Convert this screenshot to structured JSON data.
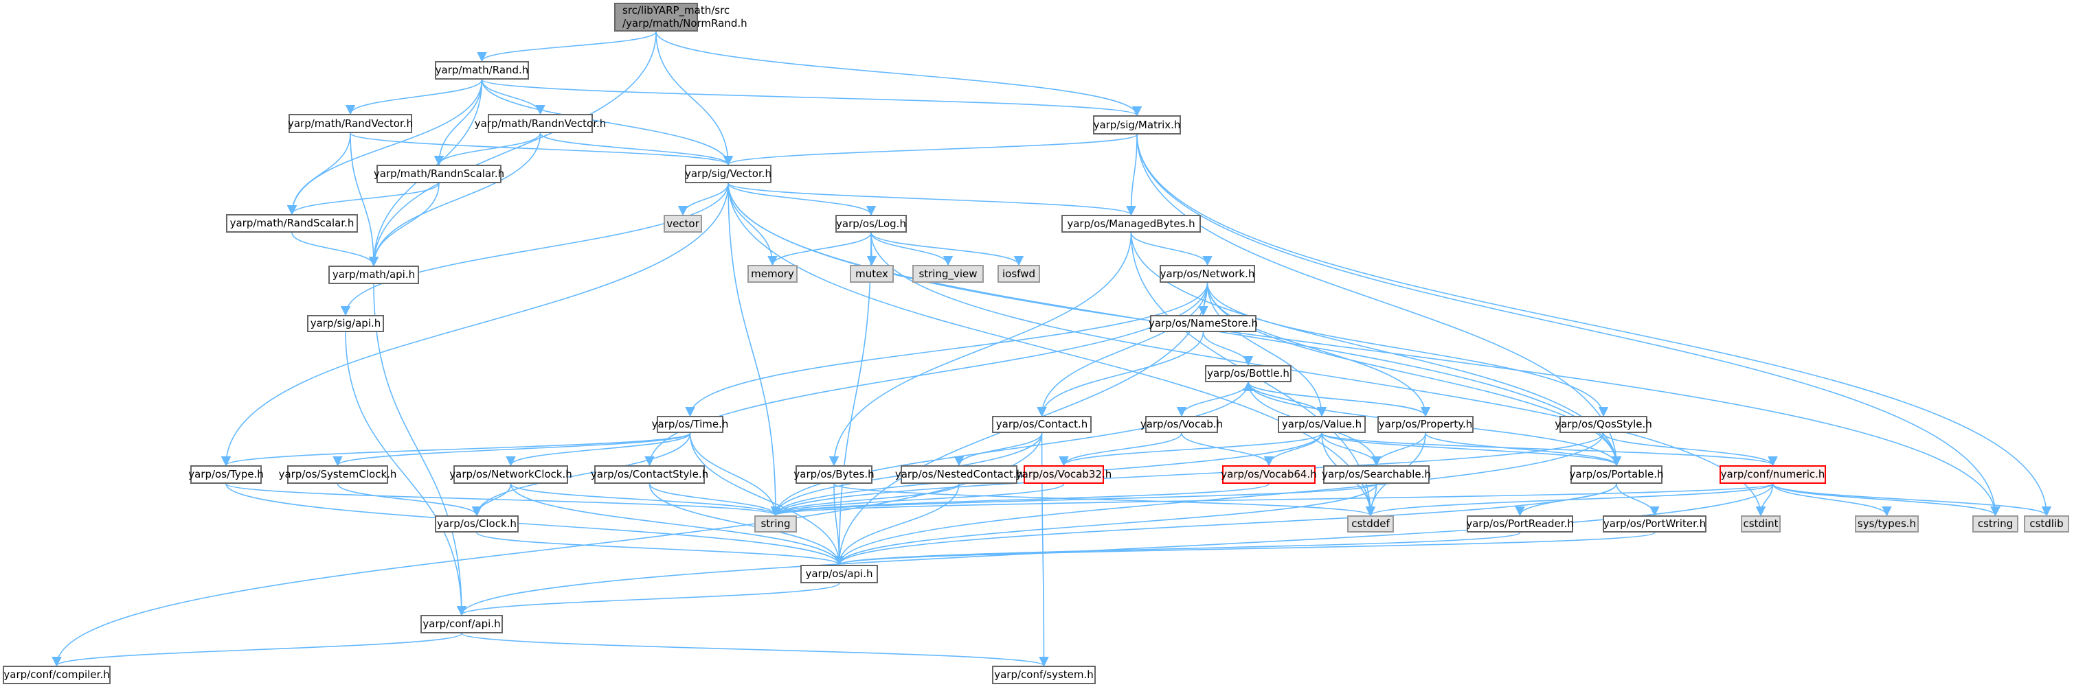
{
  "colors": {
    "edge": "#63b8ff",
    "node_border": "#666666",
    "system_fill": "#e0e0e0",
    "root_fill": "#999999",
    "truncated_border": "#ff0000",
    "truncated_fill": "#fff0f0"
  },
  "nodes": [
    {
      "id": "normrand",
      "label": "src/libYARP_math/src\n/yarp/math/NormRand.h",
      "kind": "root"
    },
    {
      "id": "rand",
      "label": "yarp/math/Rand.h",
      "kind": "normal"
    },
    {
      "id": "matrix",
      "label": "yarp/sig/Matrix.h",
      "kind": "normal"
    },
    {
      "id": "randvector",
      "label": "yarp/math/RandVector.h",
      "kind": "normal"
    },
    {
      "id": "randnvector",
      "label": "yarp/math/RandnVector.h",
      "kind": "normal"
    },
    {
      "id": "vector_h",
      "label": "yarp/sig/Vector.h",
      "kind": "normal"
    },
    {
      "id": "randnscalar",
      "label": "yarp/math/RandnScalar.h",
      "kind": "normal"
    },
    {
      "id": "randscalar",
      "label": "yarp/math/RandScalar.h",
      "kind": "normal"
    },
    {
      "id": "mathapi",
      "label": "yarp/math/api.h",
      "kind": "normal"
    },
    {
      "id": "vector",
      "label": "vector",
      "kind": "system"
    },
    {
      "id": "log",
      "label": "yarp/os/Log.h",
      "kind": "normal"
    },
    {
      "id": "managedbytes",
      "label": "yarp/os/ManagedBytes.h",
      "kind": "normal"
    },
    {
      "id": "memory",
      "label": "memory",
      "kind": "system"
    },
    {
      "id": "mutex",
      "label": "mutex",
      "kind": "system"
    },
    {
      "id": "string_view",
      "label": "string_view",
      "kind": "system"
    },
    {
      "id": "iosfwd",
      "label": "iosfwd",
      "kind": "system"
    },
    {
      "id": "network",
      "label": "yarp/os/Network.h",
      "kind": "normal"
    },
    {
      "id": "sigapi",
      "label": "yarp/sig/api.h",
      "kind": "normal"
    },
    {
      "id": "namestore",
      "label": "yarp/os/NameStore.h",
      "kind": "normal"
    },
    {
      "id": "bottle",
      "label": "yarp/os/Bottle.h",
      "kind": "normal"
    },
    {
      "id": "time",
      "label": "yarp/os/Time.h",
      "kind": "normal"
    },
    {
      "id": "contact",
      "label": "yarp/os/Contact.h",
      "kind": "normal"
    },
    {
      "id": "vocab",
      "label": "yarp/os/Vocab.h",
      "kind": "normal"
    },
    {
      "id": "value",
      "label": "yarp/os/Value.h",
      "kind": "normal"
    },
    {
      "id": "property",
      "label": "yarp/os/Property.h",
      "kind": "normal"
    },
    {
      "id": "qosstyle",
      "label": "yarp/os/QosStyle.h",
      "kind": "normal"
    },
    {
      "id": "type",
      "label": "yarp/os/Type.h",
      "kind": "normal"
    },
    {
      "id": "systemclock",
      "label": "yarp/os/SystemClock.h",
      "kind": "normal"
    },
    {
      "id": "networkclock",
      "label": "yarp/os/NetworkClock.h",
      "kind": "normal"
    },
    {
      "id": "contactstyle",
      "label": "yarp/os/ContactStyle.h",
      "kind": "normal"
    },
    {
      "id": "bytes",
      "label": "yarp/os/Bytes.h",
      "kind": "normal"
    },
    {
      "id": "nestedcontact",
      "label": "yarp/os/NestedContact.h",
      "kind": "normal"
    },
    {
      "id": "vocab32",
      "label": "yarp/os/Vocab32.h",
      "kind": "truncated"
    },
    {
      "id": "vocab64",
      "label": "yarp/os/Vocab64.h",
      "kind": "truncated"
    },
    {
      "id": "searchable",
      "label": "yarp/os/Searchable.h",
      "kind": "normal"
    },
    {
      "id": "portable",
      "label": "yarp/os/Portable.h",
      "kind": "normal"
    },
    {
      "id": "numeric",
      "label": "yarp/conf/numeric.h",
      "kind": "truncated"
    },
    {
      "id": "clock",
      "label": "yarp/os/Clock.h",
      "kind": "normal"
    },
    {
      "id": "string",
      "label": "string",
      "kind": "system"
    },
    {
      "id": "cstddef",
      "label": "cstddef",
      "kind": "system"
    },
    {
      "id": "portreader",
      "label": "yarp/os/PortReader.h",
      "kind": "normal"
    },
    {
      "id": "portwriter",
      "label": "yarp/os/PortWriter.h",
      "kind": "normal"
    },
    {
      "id": "cstdint",
      "label": "cstdint",
      "kind": "system"
    },
    {
      "id": "systypes",
      "label": "sys/types.h",
      "kind": "system"
    },
    {
      "id": "cstring",
      "label": "cstring",
      "kind": "system"
    },
    {
      "id": "cstdlib",
      "label": "cstdlib",
      "kind": "system"
    },
    {
      "id": "osapi",
      "label": "yarp/os/api.h",
      "kind": "normal"
    },
    {
      "id": "confapi",
      "label": "yarp/conf/api.h",
      "kind": "normal"
    },
    {
      "id": "compiler",
      "label": "yarp/conf/compiler.h",
      "kind": "normal"
    },
    {
      "id": "system",
      "label": "yarp/conf/system.h",
      "kind": "normal"
    }
  ],
  "edges": [
    [
      "normrand",
      "rand"
    ],
    [
      "normrand",
      "mathapi"
    ],
    [
      "normrand",
      "vector_h"
    ],
    [
      "normrand",
      "matrix"
    ],
    [
      "rand",
      "randvector"
    ],
    [
      "rand",
      "randnvector"
    ],
    [
      "rand",
      "randnscalar"
    ],
    [
      "rand",
      "randscalar"
    ],
    [
      "rand",
      "mathapi"
    ],
    [
      "rand",
      "vector_h"
    ],
    [
      "rand",
      "matrix"
    ],
    [
      "randvector",
      "randscalar"
    ],
    [
      "randvector",
      "mathapi"
    ],
    [
      "randvector",
      "vector_h"
    ],
    [
      "randnvector",
      "randnscalar"
    ],
    [
      "randnvector",
      "mathapi"
    ],
    [
      "randnvector",
      "vector_h"
    ],
    [
      "randnscalar",
      "randscalar"
    ],
    [
      "randnscalar",
      "mathapi"
    ],
    [
      "randscalar",
      "mathapi"
    ],
    [
      "mathapi",
      "confapi"
    ],
    [
      "matrix",
      "vector_h"
    ],
    [
      "matrix",
      "managedbytes"
    ],
    [
      "matrix",
      "portable"
    ],
    [
      "matrix",
      "cstring"
    ],
    [
      "matrix",
      "cstdlib"
    ],
    [
      "vector_h",
      "vector"
    ],
    [
      "vector_h",
      "memory"
    ],
    [
      "vector_h",
      "log"
    ],
    [
      "vector_h",
      "managedbytes"
    ],
    [
      "vector_h",
      "sigapi"
    ],
    [
      "vector_h",
      "string"
    ],
    [
      "vector_h",
      "type"
    ],
    [
      "vector_h",
      "portable"
    ],
    [
      "vector_h",
      "cstring"
    ],
    [
      "vector_h",
      "cstddef"
    ],
    [
      "log",
      "memory"
    ],
    [
      "log",
      "mutex"
    ],
    [
      "log",
      "string_view"
    ],
    [
      "log",
      "iosfwd"
    ],
    [
      "log",
      "osapi"
    ],
    [
      "log",
      "cstdint"
    ],
    [
      "managedbytes",
      "network"
    ],
    [
      "managedbytes",
      "bytes"
    ],
    [
      "managedbytes",
      "portable"
    ],
    [
      "managedbytes",
      "cstddef"
    ],
    [
      "sigapi",
      "confapi"
    ],
    [
      "network",
      "namestore"
    ],
    [
      "network",
      "contact"
    ],
    [
      "network",
      "time"
    ],
    [
      "network",
      "contactstyle"
    ],
    [
      "network",
      "value"
    ],
    [
      "network",
      "property"
    ],
    [
      "network",
      "qosstyle"
    ],
    [
      "network",
      "portable"
    ],
    [
      "network",
      "osapi"
    ],
    [
      "namestore",
      "bottle"
    ],
    [
      "namestore",
      "contact"
    ],
    [
      "bottle",
      "vocab"
    ],
    [
      "bottle",
      "value"
    ],
    [
      "bottle",
      "property"
    ],
    [
      "bottle",
      "searchable"
    ],
    [
      "bottle",
      "portable"
    ],
    [
      "bottle",
      "string"
    ],
    [
      "value",
      "bottle"
    ],
    [
      "property",
      "bottle"
    ],
    [
      "time",
      "systemclock"
    ],
    [
      "time",
      "networkclock"
    ],
    [
      "time",
      "clock"
    ],
    [
      "time",
      "type"
    ],
    [
      "time",
      "string"
    ],
    [
      "time",
      "osapi"
    ],
    [
      "contact",
      "nestedcontact"
    ],
    [
      "contact",
      "string"
    ],
    [
      "contact",
      "compiler"
    ],
    [
      "contact",
      "system"
    ],
    [
      "vocab",
      "vocab32"
    ],
    [
      "vocab",
      "vocab64"
    ],
    [
      "value",
      "vocab32"
    ],
    [
      "value",
      "vocab64"
    ],
    [
      "value",
      "searchable"
    ],
    [
      "value",
      "portable"
    ],
    [
      "value",
      "numeric"
    ],
    [
      "value",
      "string"
    ],
    [
      "value",
      "cstddef"
    ],
    [
      "property",
      "searchable"
    ],
    [
      "property",
      "portable"
    ],
    [
      "property",
      "cstddef"
    ],
    [
      "qosstyle",
      "numeric"
    ],
    [
      "qosstyle",
      "string"
    ],
    [
      "qosstyle",
      "osapi"
    ],
    [
      "type",
      "osapi"
    ],
    [
      "type",
      "string"
    ],
    [
      "systemclock",
      "clock"
    ],
    [
      "networkclock",
      "clock"
    ],
    [
      "networkclock",
      "osapi"
    ],
    [
      "networkclock",
      "string"
    ],
    [
      "contactstyle",
      "osapi"
    ],
    [
      "contactstyle",
      "string"
    ],
    [
      "bytes",
      "osapi"
    ],
    [
      "bytes",
      "cstddef"
    ],
    [
      "nestedcontact",
      "osapi"
    ],
    [
      "nestedcontact",
      "string"
    ],
    [
      "vocab32",
      "string"
    ],
    [
      "vocab64",
      "string"
    ],
    [
      "searchable",
      "string"
    ],
    [
      "searchable",
      "cstddef"
    ],
    [
      "searchable",
      "osapi"
    ],
    [
      "portable",
      "portreader"
    ],
    [
      "portable",
      "portwriter"
    ],
    [
      "portable",
      "osapi"
    ],
    [
      "numeric",
      "cstdint"
    ],
    [
      "numeric",
      "systypes"
    ],
    [
      "numeric",
      "cstring"
    ],
    [
      "numeric",
      "cstdlib"
    ],
    [
      "numeric",
      "cstddef"
    ],
    [
      "numeric",
      "string"
    ],
    [
      "numeric",
      "confapi"
    ],
    [
      "clock",
      "osapi"
    ],
    [
      "portreader",
      "osapi"
    ],
    [
      "portwriter",
      "osapi"
    ],
    [
      "osapi",
      "confapi"
    ],
    [
      "confapi",
      "compiler"
    ],
    [
      "confapi",
      "system"
    ]
  ]
}
